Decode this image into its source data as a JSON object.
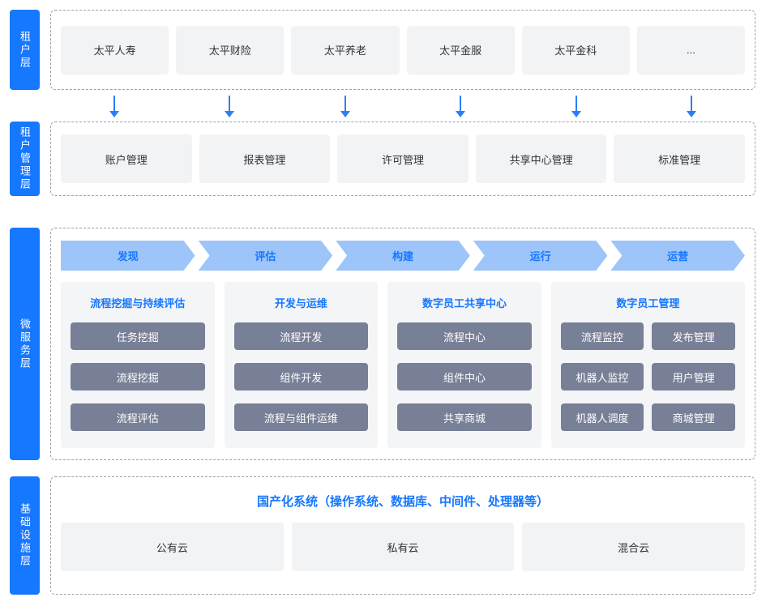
{
  "colors": {
    "accent_blue": "#1677ff",
    "chevron_fill": "#9ec5f9",
    "service_box": "#788097",
    "light_box": "#f2f3f5",
    "panel_bg": "#f4f5f7",
    "arrow_blue": "#2b7ff5"
  },
  "layers": {
    "tenant": {
      "label": "租户层",
      "items": [
        "太平人寿",
        "太平财险",
        "太平养老",
        "太平金服",
        "太平金科",
        "..."
      ]
    },
    "tenant_mgmt": {
      "label": "租户管理层",
      "items": [
        "账户管理",
        "报表管理",
        "许可管理",
        "共享中心管理",
        "标准管理"
      ]
    },
    "microservice": {
      "label": "微服务层",
      "stages": [
        "发现",
        "评估",
        "构建",
        "运行",
        "运营"
      ],
      "groups": [
        {
          "title": "流程挖掘与持续评估",
          "items": [
            "任务挖掘",
            "流程挖掘",
            "流程评估"
          ]
        },
        {
          "title": "开发与运维",
          "items": [
            "流程开发",
            "组件开发",
            "流程与组件运维"
          ]
        },
        {
          "title": "数字员工共享中心",
          "items": [
            "流程中心",
            "组件中心",
            "共享商城"
          ]
        },
        {
          "title": "数字员工管理",
          "items": [
            "流程监控",
            "发布管理",
            "机器人监控",
            "用户管理",
            "机器人调度",
            "商城管理"
          ]
        }
      ]
    },
    "infra": {
      "label": "基础设施层",
      "title": "国产化系统（操作系统、数据库、中间件、处理器等）",
      "items": [
        "公有云",
        "私有云",
        "混合云"
      ]
    }
  }
}
